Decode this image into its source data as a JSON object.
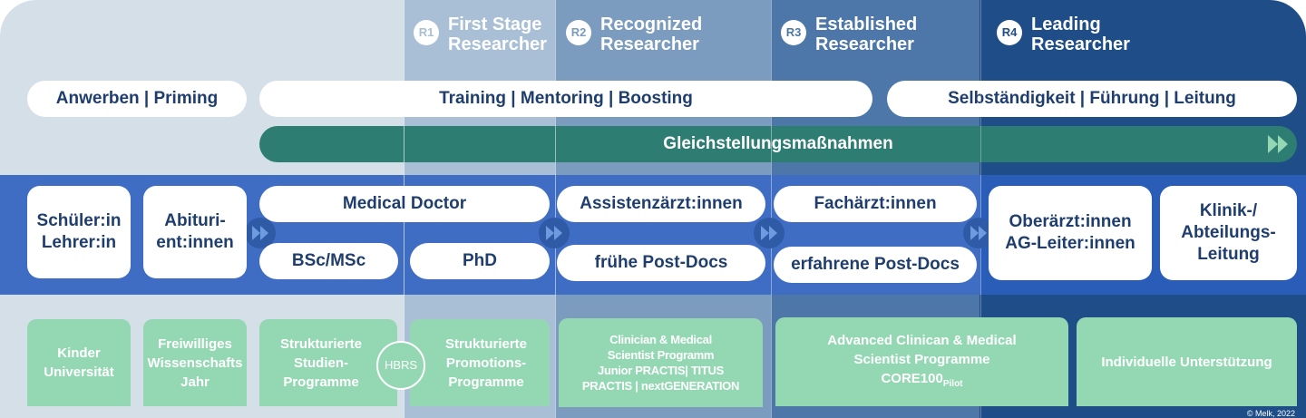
{
  "stages": [
    {
      "badge": "R1",
      "line1": "First Stage",
      "line2": "Researcher"
    },
    {
      "badge": "R2",
      "line1": "Recognized",
      "line2": "Researcher"
    },
    {
      "badge": "R3",
      "line1": "Established",
      "line2": "Researcher"
    },
    {
      "badge": "R4",
      "line1": "Leading",
      "line2": "Researcher"
    }
  ],
  "phases": {
    "recruit": "Anwerben | Priming",
    "training": "Training | Mentoring | Boosting",
    "independence": "Selbständigkeit | Führung | Leitung"
  },
  "equality": "Gleichstellungsmaßnahmen",
  "careers": {
    "pupils": {
      "line1": "Schüler:in",
      "line2": "Lehrer:in"
    },
    "graduates": {
      "line1": "Abituri-",
      "line2": "ent:innen"
    },
    "medical_doctor": "Medical Doctor",
    "bsc_msc": "BSc/MSc",
    "phd": "PhD",
    "residents": "Assistenzärzt:innen",
    "early_postdocs": "frühe Post-Docs",
    "specialists": "Fachärzt:innen",
    "experienced_postdocs": "erfahrene Post-Docs",
    "senior_physicians": {
      "line1": "Oberärzt:innen",
      "line2": "AG-Leiter:innen"
    },
    "clinic_head": {
      "line1": "Klinik-/",
      "line2": "Abteilungs-",
      "line3": "Leitung"
    }
  },
  "programs": {
    "kids_uni": {
      "line1": "Kinder",
      "line2": "Universität"
    },
    "voluntary_year": {
      "line1": "Freiwilliges",
      "line2": "Wissenschafts",
      "line3": "Jahr"
    },
    "structured_study": {
      "line1": "Strukturierte",
      "line2": "Studien-",
      "line3": "Programme"
    },
    "hbrs": "HBRS",
    "structured_promotion": {
      "line1": "Strukturierte",
      "line2": "Promotions-",
      "line3": "Programme"
    },
    "clinician_scientist": {
      "line1": "Clinician & Medical",
      "line2": "Scientist Programm",
      "line3": "Junior PRACTIS| TITUS",
      "line4": "PRACTIS | nextGENERATION"
    },
    "advanced": {
      "line1": "Advanced Clinican & Medical",
      "line2": "Scientist Programme",
      "line3": "CORE100",
      "sub": "Pilot"
    },
    "individual": "Individuelle Unterstützung"
  },
  "copyright": "© Melk, 2022",
  "colors": {
    "stage0": "#d5dfe8",
    "stage1": "#a9bfd5",
    "stage2": "#7b9cbf",
    "stage3": "#4d77a8",
    "stage4": "#1e4d87",
    "band": "#3f6dc4",
    "equality_bar": "#2e7d73",
    "program": "#94d8b3",
    "text": "#1f3e6e"
  }
}
